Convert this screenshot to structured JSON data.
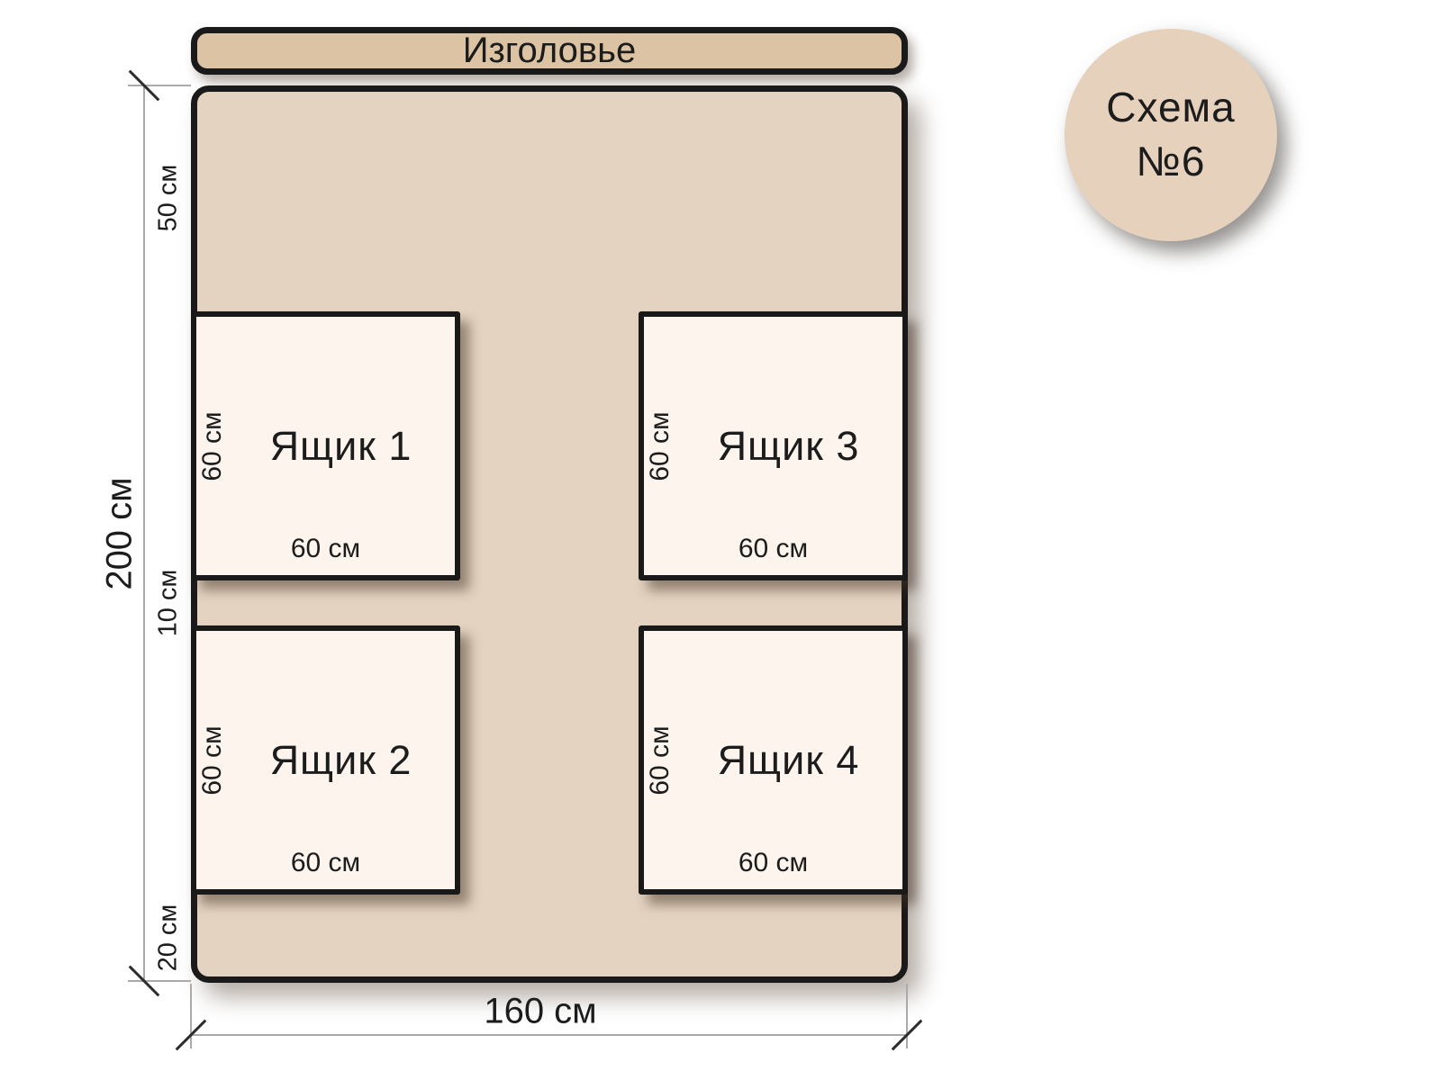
{
  "badge": {
    "line1": "Схема",
    "line2": "№6"
  },
  "headboard": {
    "label": "Изголовье"
  },
  "bed": {
    "drawers": [
      {
        "name": "Ящик 1",
        "height": "60 см",
        "width": "60 см"
      },
      {
        "name": "Ящик 2",
        "height": "60 см",
        "width": "60 см"
      },
      {
        "name": "Ящик 3",
        "height": "60 см",
        "width": "60 см"
      },
      {
        "name": "Ящик 4",
        "height": "60 см",
        "width": "60 см"
      }
    ]
  },
  "dimensions": {
    "total_height": "200 см",
    "total_width": "160 см",
    "top_offset": "50 см",
    "middle_gap": "10 см",
    "bottom_offset": "20 см"
  },
  "colors": {
    "headboard": "#dcc3a3",
    "bed": "#e4d3c1",
    "drawer": "#fcf4ed",
    "badge": "#e5d1bc",
    "outline": "#1a1a1a"
  }
}
